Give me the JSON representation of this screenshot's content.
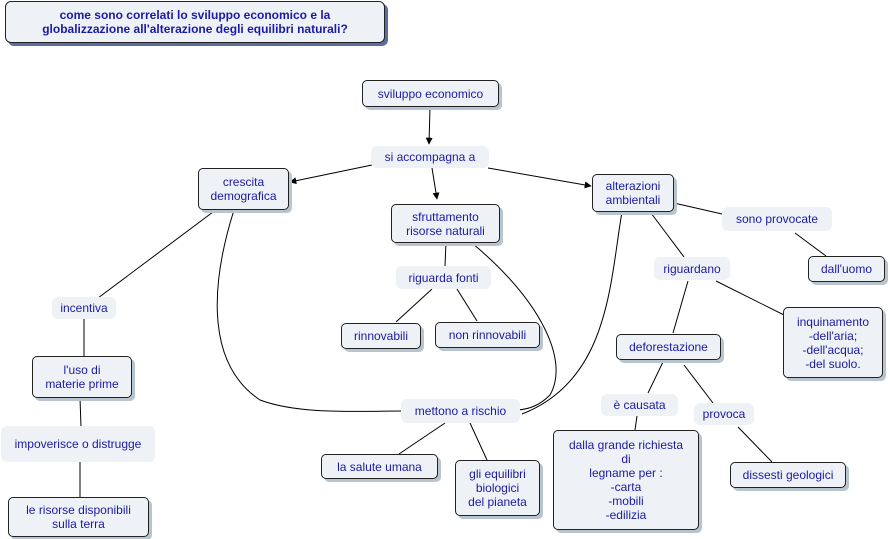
{
  "title": "come sono correlati lo sviluppo economico e la\nglobalizzazione all'alterazione degli equilibri naturali?",
  "nodes": {
    "sviluppo": "sviluppo economico",
    "crescita": "crescita\ndemografica",
    "sfruttamento": "sfruttamento\nrisorse naturali",
    "alterazioni": "alterazioni\nambientali",
    "dalluomo": "dall'uomo",
    "rinnovabili": "rinnovabili",
    "nonrinnovabili": "non rinnovabili",
    "materie": "l'uso di\nmaterie prime",
    "risorse": "le risorse disponibili\nsulla terra",
    "deforestazione": "deforestazione",
    "inquinamento": "inquinamento\n-dell'aria;\n-dell'acqua;\n-del suolo.",
    "salute": "la salute umana",
    "equilibri": "gli equilibri\nbiologici\ndel pianeta",
    "legname": "dalla grande richiesta\ndi\nlegname per :\n-carta\n-mobili\n-edilizia",
    "dissesti": "dissesti geologici"
  },
  "labels": {
    "accompagna": "si accompagna a",
    "sonoprovocate": "sono provocate",
    "riguardafonti": "riguarda fonti",
    "riguardano": "riguardano",
    "incentiva": "incentiva",
    "impoverisce": "impoverisce o distrugge",
    "mettono": "mettono a rischio",
    "causata": "è causata",
    "provoca": "provoca"
  }
}
